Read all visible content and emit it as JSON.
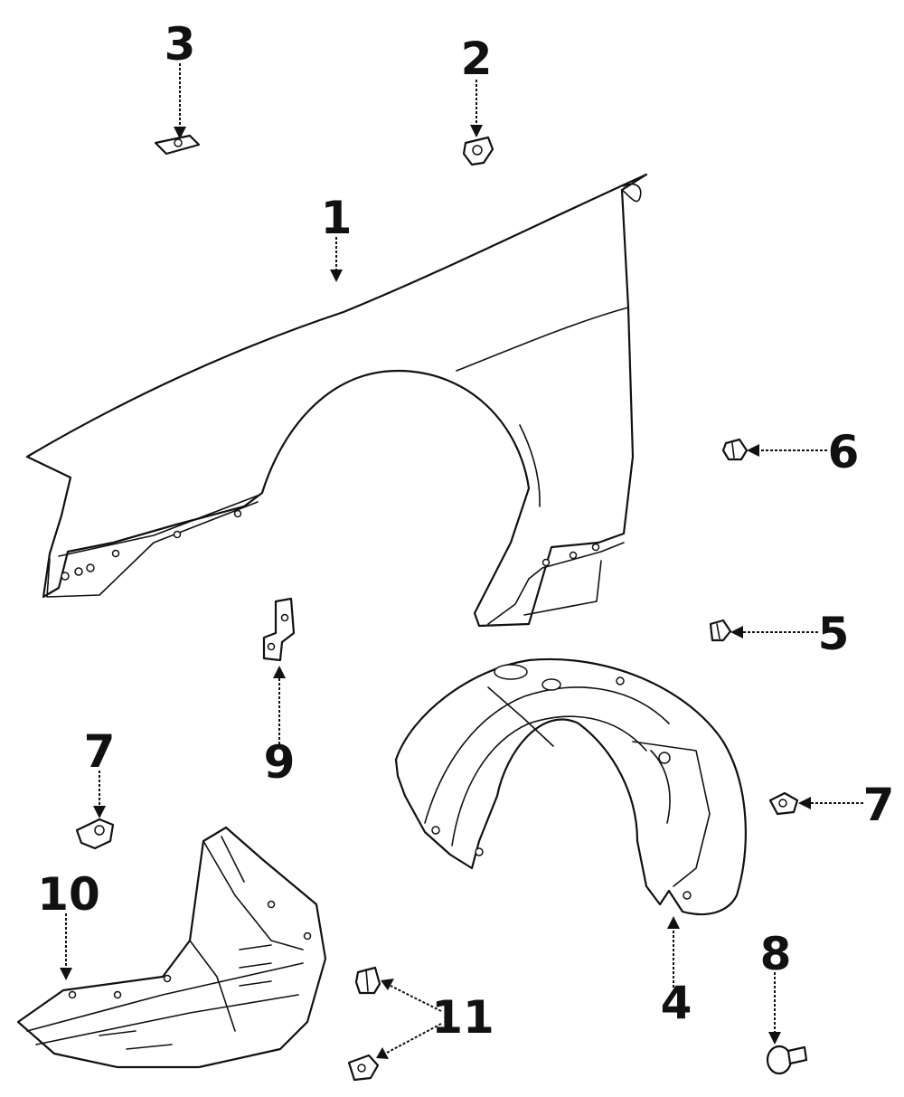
{
  "diagram": {
    "parts": [
      {
        "id": "1",
        "label": "1",
        "name": "fender"
      },
      {
        "id": "2",
        "label": "2",
        "name": "clip"
      },
      {
        "id": "3",
        "label": "3",
        "name": "nut-plate"
      },
      {
        "id": "4",
        "label": "4",
        "name": "fender-liner"
      },
      {
        "id": "5",
        "label": "5",
        "name": "clip"
      },
      {
        "id": "6",
        "label": "6",
        "name": "clip"
      },
      {
        "id": "7a",
        "label": "7",
        "name": "retainer"
      },
      {
        "id": "7b",
        "label": "7",
        "name": "retainer"
      },
      {
        "id": "8",
        "label": "8",
        "name": "push-pin"
      },
      {
        "id": "9",
        "label": "9",
        "name": "bracket"
      },
      {
        "id": "10",
        "label": "10",
        "name": "splash-shield"
      },
      {
        "id": "11",
        "label": "11",
        "name": "clip"
      }
    ]
  },
  "colors": {
    "line": "#111111",
    "background": "#ffffff"
  }
}
